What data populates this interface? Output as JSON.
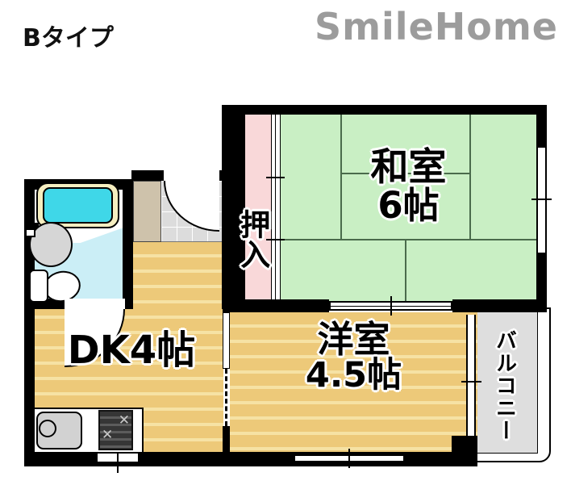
{
  "header": {
    "plan_type": "Bタイプ",
    "brand": "SmileHome"
  },
  "rooms": {
    "washitsu": {
      "name": "和室",
      "size": "6帖"
    },
    "closet": {
      "label": "押入"
    },
    "dining_kitchen": {
      "label": "DK4帖"
    },
    "western_room": {
      "name": "洋室",
      "size": "4.5帖"
    },
    "balcony": {
      "label": "バルコニー"
    }
  },
  "fixtures": {
    "bathtub": "bathtub",
    "washbasin": "washbasin",
    "toilet": "toilet",
    "kitchen_sink": "kitchen-sink",
    "gas_stove": "gas-stove",
    "entrance_door": "entrance-door-arc",
    "bathroom_door": "bathroom-door-arc"
  },
  "colors": {
    "wall": "#000000",
    "tatami": "#c9efc4",
    "tatami_line": "#4a6b4c",
    "closet_pink": "#f9d8d9",
    "wood": "#edc979",
    "wood_stripe": "#f6e2a4",
    "balcony_gray": "#dedede",
    "bath_floor": "#cbeef6",
    "bath_water": "#3fd7e8",
    "tub_rim": "#f5eec0",
    "tile_gray": "#dcdcdc",
    "cabinet_tan": "#cec2ab",
    "brand_gray": "#9c9c9c"
  }
}
